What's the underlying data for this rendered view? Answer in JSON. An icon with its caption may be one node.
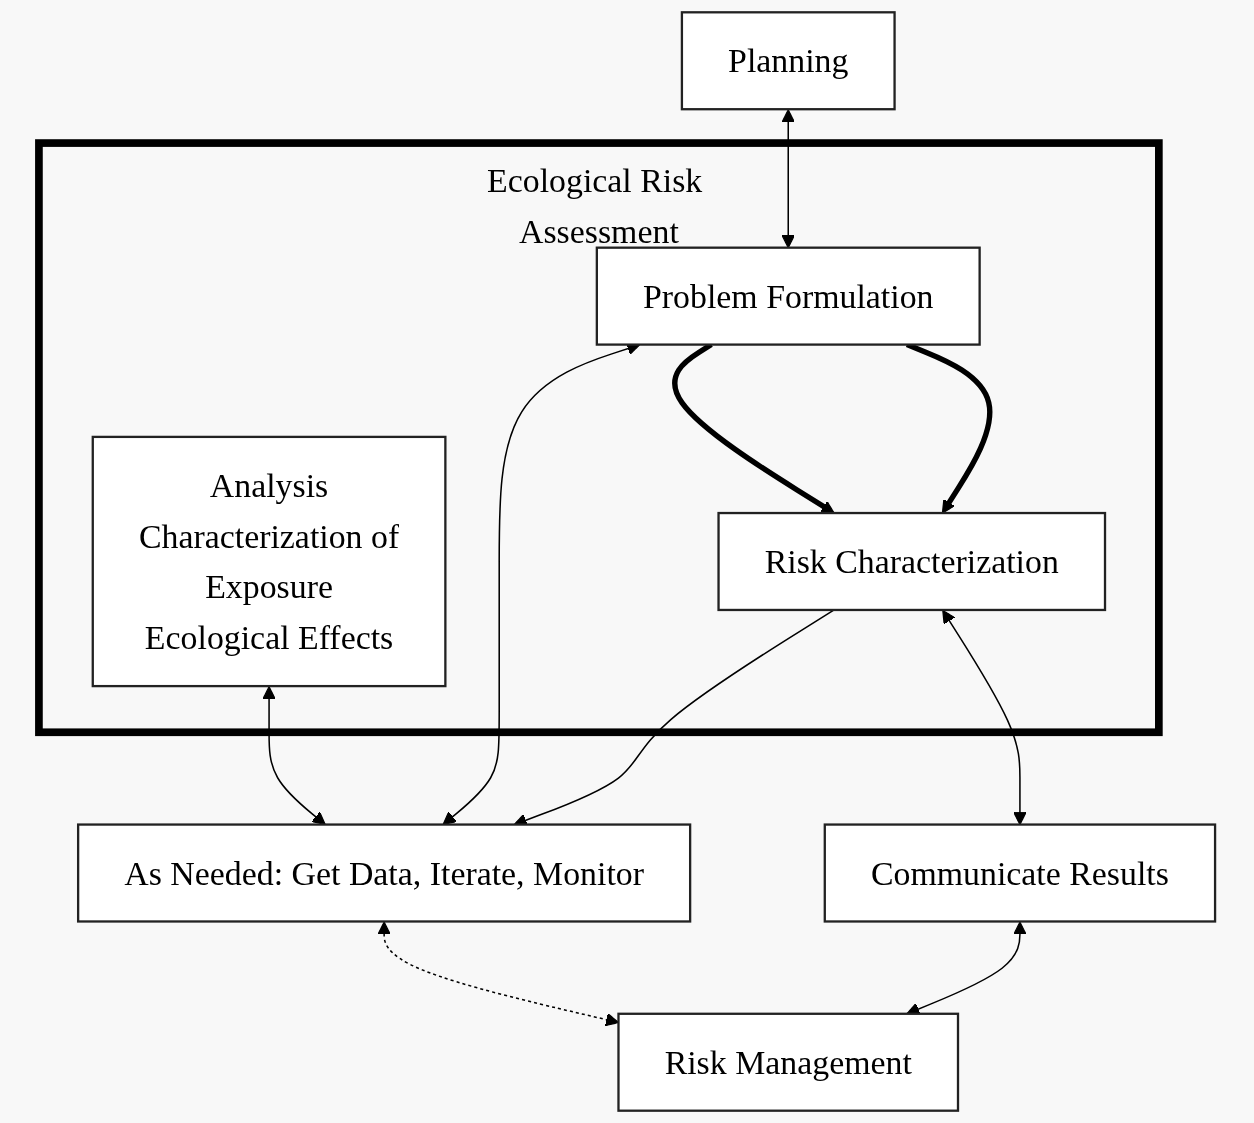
{
  "diagram": {
    "nodes": [
      {
        "text": [
          "Ecological Risk Assessment"
        ]
      },
      {
        "text": [
          "Planning"
        ]
      },
      {
        "text": [
          "Problem Formulation"
        ],
        "in": 0
      },
      {
        "text": [
          "Analysis",
          "Characterization of",
          "Exposure",
          "Ecological Effects"
        ],
        "in": 0
      },
      {
        "text": [
          "Risk Characterization"
        ],
        "in": 0
      },
      {
        "text": [
          "As Needed: Get Data, Iterate, Monitor"
        ]
      },
      {
        "text": [
          "Communicate Results"
        ]
      },
      {
        "text": [
          "Risk Management"
        ]
      }
    ],
    "edges": [
      {
        "from": 1,
        "to": 2,
        "arrow": "both"
      },
      {
        "from": 2,
        "to": 5,
        "arrow": "both"
      },
      {
        "from": 3,
        "to": 5,
        "arrow": "both"
      },
      {
        "from": 4,
        "to": 5,
        "arrow": "to"
      },
      {
        "from": 2,
        "to": 4,
        "arrow": "to",
        "style": "thick"
      },
      {
        "from": 2,
        "to": 4,
        "arrow": "to",
        "style": "thick"
      },
      {
        "from": 4,
        "to": 6,
        "arrow": "both"
      },
      {
        "from": 6,
        "to": 7,
        "arrow": "both"
      },
      {
        "from": 5,
        "to": 7,
        "arrow": "both",
        "style": "dashed"
      }
    ]
  }
}
